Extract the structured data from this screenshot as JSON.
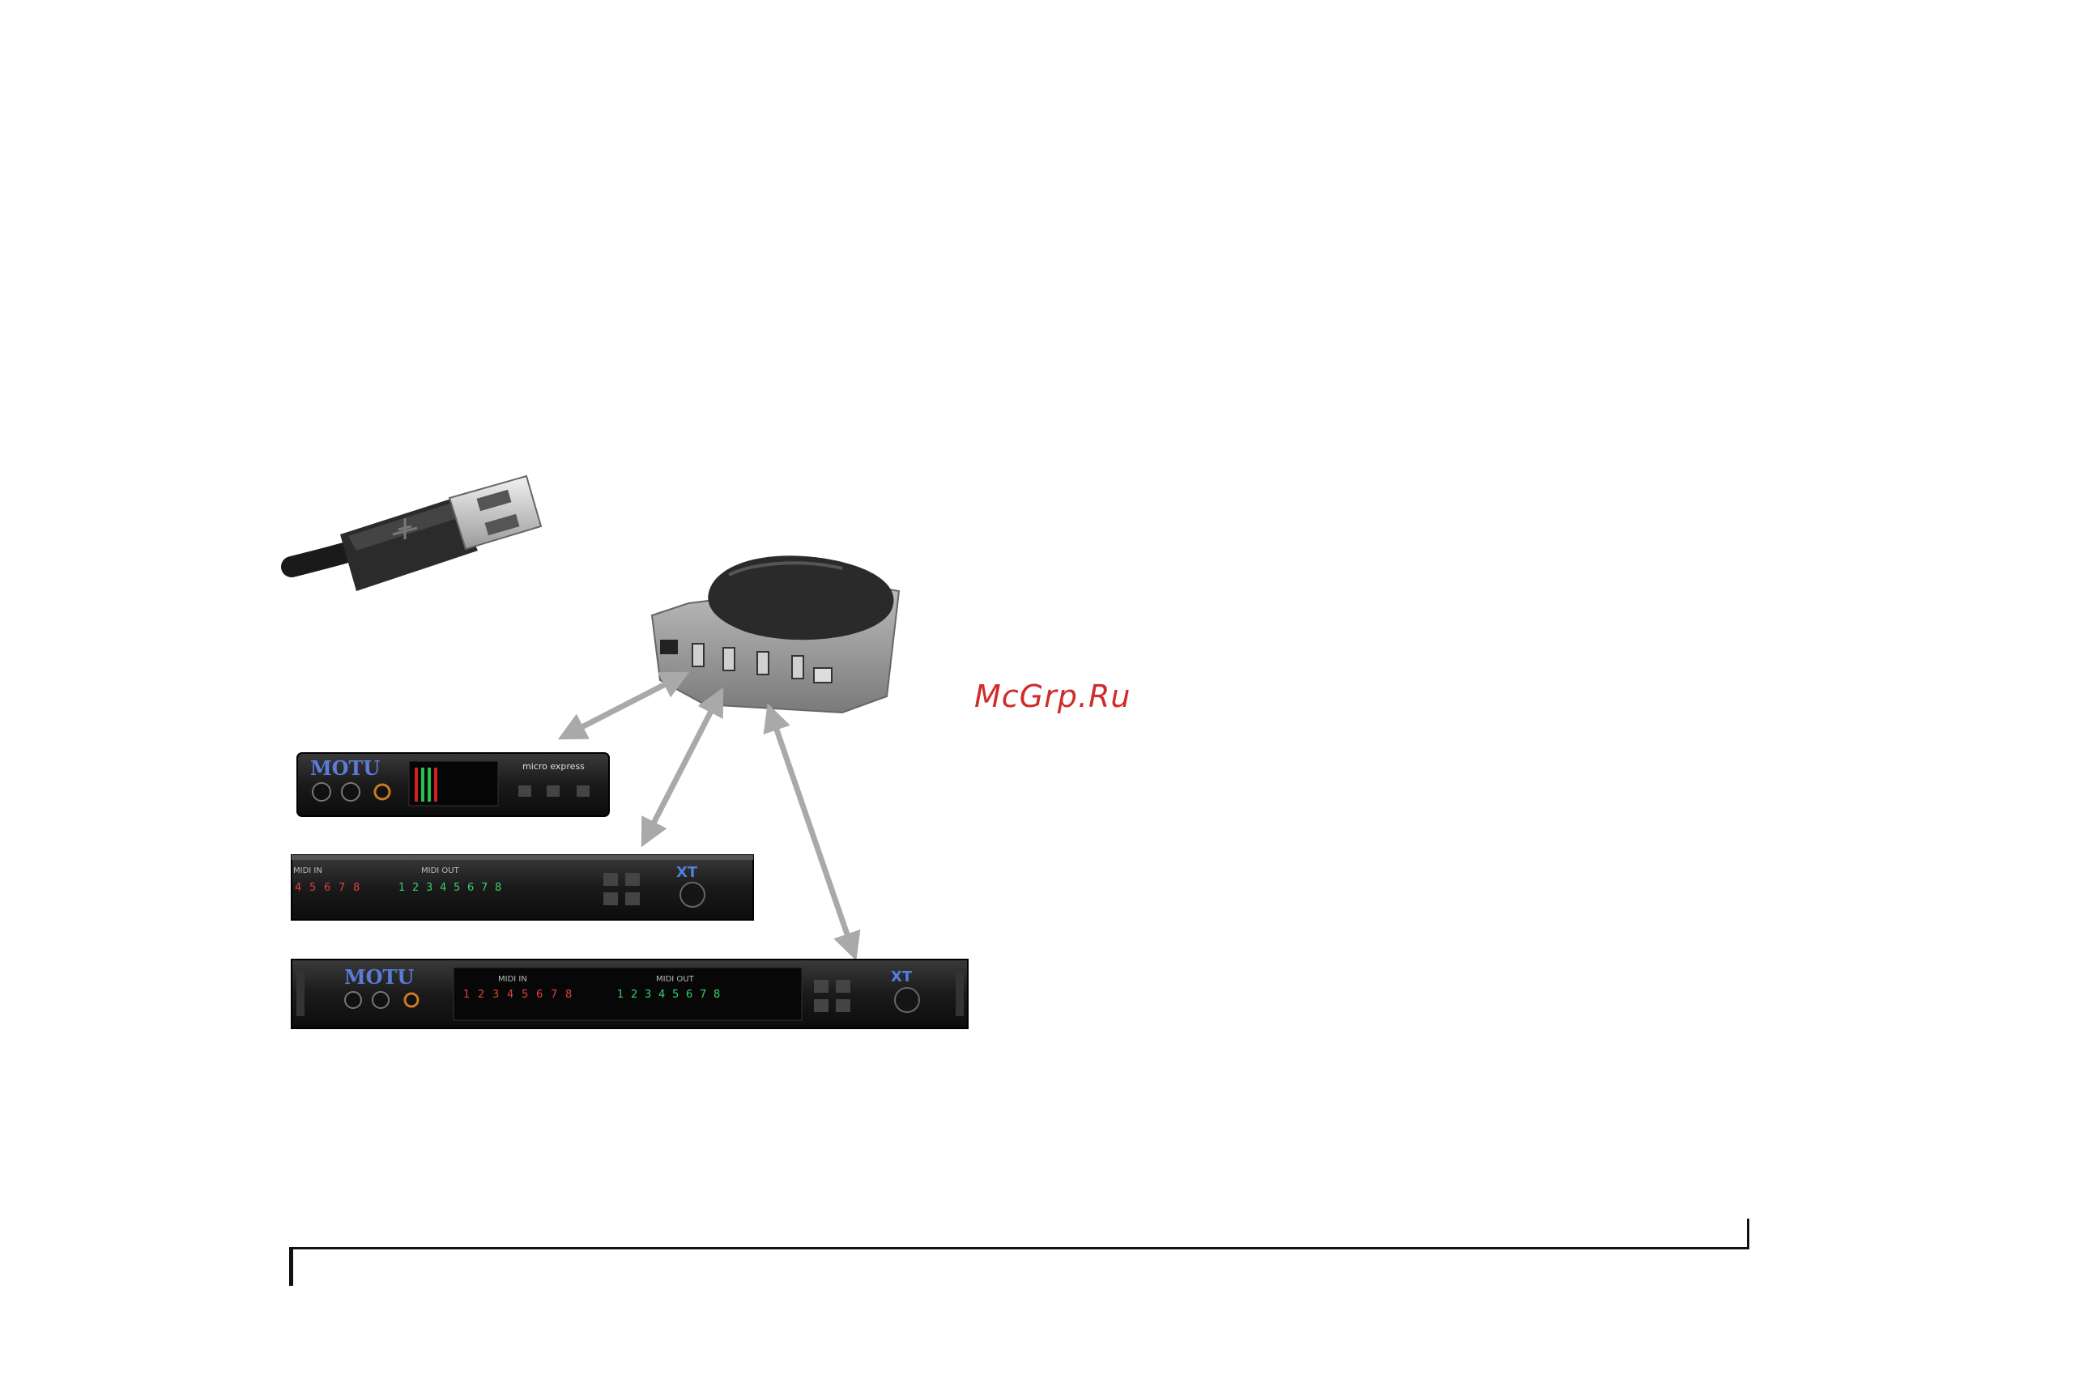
{
  "watermark": {
    "text": "McGrp.Ru",
    "color": "#d12b2b"
  },
  "figure": {
    "usb_cable": {
      "icon": "usb-plug-icon"
    },
    "usb_hub": {
      "icon": "usb-hub-icon",
      "ports": 4
    },
    "devices": [
      {
        "id": "micro-express",
        "brand": "MOTU",
        "model": "micro express"
      },
      {
        "id": "midi-express-xt-partial",
        "midi_in_label": "MIDI IN",
        "midi_out_label": "MIDI OUT",
        "midi_in_visible": [
          "4",
          "5",
          "6",
          "7",
          "8"
        ],
        "midi_out_ports": [
          "1",
          "2",
          "3",
          "4",
          "5",
          "6",
          "7",
          "8"
        ],
        "model_badge": "XT"
      },
      {
        "id": "midi-express-xt",
        "brand": "MOTU",
        "midi_in_label": "MIDI IN",
        "midi_out_label": "MIDI OUT",
        "midi_in_ports": [
          "1",
          "2",
          "3",
          "4",
          "5",
          "6",
          "7",
          "8"
        ],
        "midi_out_ports": [
          "1",
          "2",
          "3",
          "4",
          "5",
          "6",
          "7",
          "8"
        ],
        "model_badge": "XT"
      }
    ],
    "connection_color": "#a9a9a9"
  }
}
